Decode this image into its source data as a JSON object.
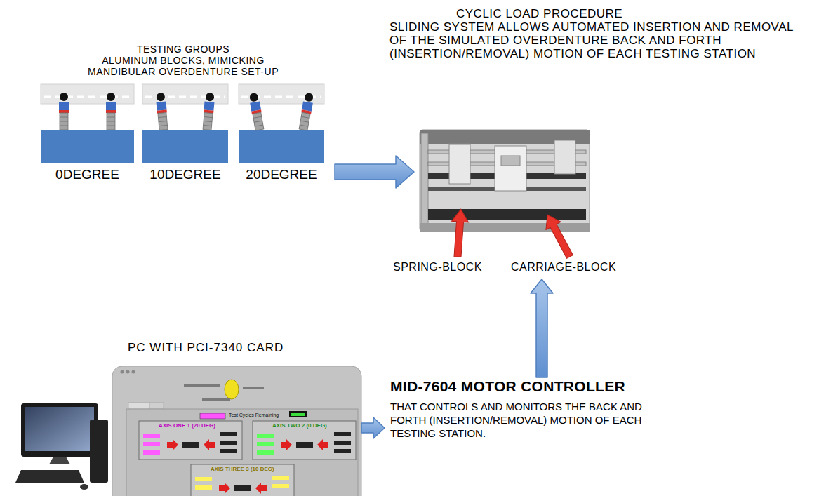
{
  "diagram": {
    "nodes": [
      {
        "text": [
          "TESTING GROUPS",
          "ALUMINUM BLOCKS, MIMICKING MANDIBULAR OVERDENTURE SET-UP"
        ]
      },
      {
        "text": [
          "0DEGREE"
        ],
        "in": 0
      },
      {
        "text": [
          "10DEGREE"
        ],
        "in": 0
      },
      {
        "text": [
          "20DEGREE"
        ],
        "in": 0
      },
      {
        "text": [
          "CYCLIC LOAD PROCEDURE",
          "SLIDING SYSTEM ALLOWS AUTOMATED INSERTION AND REMOVAL OF THE SIMULATED OVERDENTURE BACK AND FORTH (INSERTION/REMOVAL) MOTION OF EACH TESTING STATION"
        ]
      },
      {
        "text": [
          "PC WITH PCI-7340 CARD"
        ]
      },
      {
        "text": [
          "MID-7604 MOTOR CONTROLLER",
          "THAT CONTROLS AND MONITORS THE BACK AND FORTH (INSERTION/REMOVAL) MOTION OF EACH TESTING STATION."
        ]
      }
    ],
    "edges": [
      {
        "from": 0,
        "to": 4,
        "arrow": "to"
      },
      {
        "from": 5,
        "to": 6,
        "arrow": "to"
      },
      {
        "from": 6,
        "to": 4,
        "arrow": "to"
      }
    ],
    "labels": [
      "SPRING-BLOCK",
      "CARRIAGE-BLOCK",
      "Test Cycles Remaining",
      "AXIS ONE 1 (20 DEG)",
      "AXIS TWO 2 (0 DEG)",
      "AXIS THREE 3 (10 DEG)"
    ]
  }
}
